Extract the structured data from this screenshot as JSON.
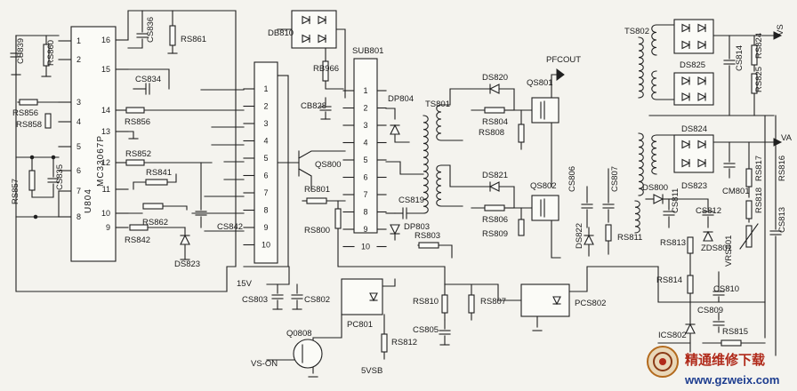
{
  "ics": {
    "u804": {
      "name": "MC33067P",
      "ref": "U804",
      "pins_left": [
        "1",
        "2",
        "3",
        "4",
        "5",
        "6",
        "7",
        "8"
      ],
      "pins_right": [
        "16",
        "15",
        "14",
        "13",
        "12",
        "11",
        "10",
        "9"
      ]
    },
    "connector": {
      "pins": [
        "1",
        "2",
        "3",
        "4",
        "5",
        "6",
        "7",
        "8",
        "9",
        "10"
      ]
    },
    "sub801": {
      "ref": "SUB801",
      "pins": [
        "1",
        "2",
        "3",
        "4",
        "5",
        "6",
        "7",
        "8",
        "9",
        "10"
      ]
    }
  },
  "labels": {
    "CS839": "CS839",
    "RS860": "RS860",
    "CS836": "CS836",
    "RS861": "RS861",
    "CS834": "CS834",
    "RS856a": "RS856",
    "RS858": "RS858",
    "RS856b": "RS856",
    "RS852": "RS852",
    "RS841": "RS841",
    "RS857": "RS857",
    "CS835": "CS835",
    "RS862": "RS862",
    "CS842": "CS842",
    "RS842": "RS842",
    "DS823a": "DS823",
    "DB810": "DB810",
    "RB966": "RB966",
    "CB828": "CB828",
    "QS800": "QS800",
    "RS801": "RS801",
    "RS800": "RS800",
    "DP804": "DP804",
    "CS819": "CS819",
    "DP803": "DP803",
    "TS801": "TS801",
    "DS820": "DS820",
    "RS804": "RS804",
    "RS808": "RS808",
    "QS801": "QS801",
    "PFCOUT": "PFCOUT",
    "DS821": "DS821",
    "QS802": "QS802",
    "RS806": "RS806",
    "RS809": "RS809",
    "CS806": "CS806",
    "CS807": "CS807",
    "DS822": "DS822",
    "RS811": "RS811",
    "RS803": "RS803",
    "RS810": "RS810",
    "RS807": "RS807",
    "CS805": "CS805",
    "PCS802": "PCS802",
    "PC801": "PC801",
    "RS812": "RS812",
    "5VSB": "5VSB",
    "Q0808": "Q0808",
    "VS-ON": "VS-ON",
    "15V": "15V",
    "CS803": "CS803",
    "CS802": "CS802",
    "TS802": "TS802",
    "DS825": "DS825",
    "CS814": "CS814",
    "RS824": "RS824",
    "RS825": "RS825",
    "VS": "VS",
    "DS824": "DS824",
    "DS823b": "DS823",
    "VA": "VA",
    "CM801": "CM801",
    "RS817": "RS817",
    "RS816": "RS816",
    "RS818": "RS818",
    "DS800": "DS800",
    "CS811": "CS811",
    "CS812": "CS812",
    "RS813": "RS813",
    "ZDS801": "ZDS801",
    "VRS801": "VRS801",
    "CS813": "CS813",
    "RS814": "RS814",
    "CS810": "CS810",
    "CS809": "CS809",
    "ICS802": "ICS802",
    "RS815": "RS815"
  },
  "watermark": {
    "text_cn": "精通维修下载",
    "url": "www.gzweix.com"
  }
}
